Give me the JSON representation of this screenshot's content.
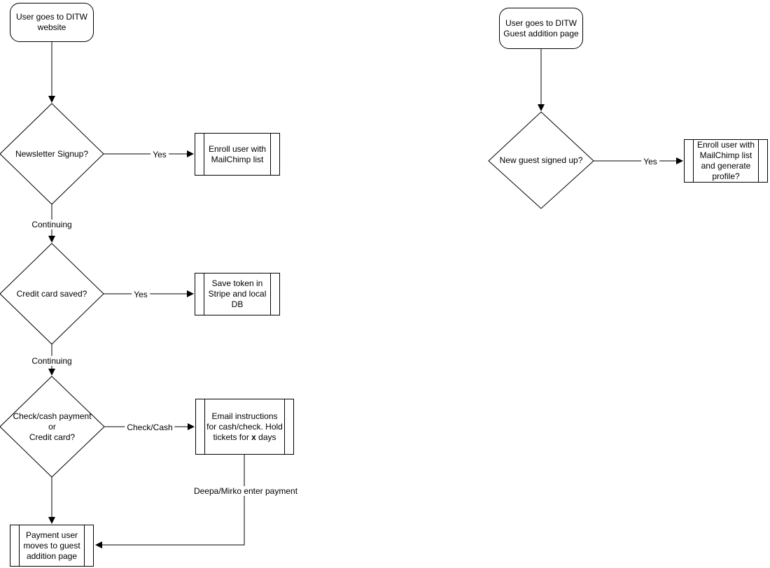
{
  "canvas": {
    "background_color": "#ffffff",
    "stroke_color": "#000000",
    "text_color": "#000000"
  },
  "left_flow": {
    "start": {
      "label": "User goes to DITW\nwebsite"
    },
    "decision_newsletter": {
      "label": "Newsletter Signup?"
    },
    "edge_newsletter_yes": {
      "label": "Yes"
    },
    "process_enroll_mailchimp": {
      "label": "Enroll user with\nMailChimp list"
    },
    "edge_continuing_1": {
      "label": "Continuing"
    },
    "decision_credit_card": {
      "label": "Credit card saved?"
    },
    "edge_credit_yes": {
      "label": "Yes"
    },
    "process_save_token": {
      "label": "Save token in\nStripe and local\nDB"
    },
    "edge_continuing_2": {
      "label": "Continuing"
    },
    "decision_payment_method": {
      "label": "Check/cash payment\nor\nCredit card?"
    },
    "edge_check_cash": {
      "label": "Check/Cash"
    },
    "process_email_instructions": {
      "text_before_bold": "Email instructions\nfor cash/check. Hold\ntickets for ",
      "bold_text": "x",
      "text_after_bold": " days"
    },
    "edge_deepa_mirko": {
      "label": "Deepa/Mirko enter payment"
    },
    "process_payment_user_moves": {
      "label": "Payment user\nmoves to guest\naddition page"
    }
  },
  "right_flow": {
    "start": {
      "label": "User goes to DITW\nGuest addition page"
    },
    "decision_new_guest": {
      "label": "New guest signed up?"
    },
    "edge_new_guest_yes": {
      "label": "Yes"
    },
    "process_enroll_generate_profile": {
      "label": "Enroll user with\nMailChimp list\nand generate\nprofile?"
    }
  }
}
